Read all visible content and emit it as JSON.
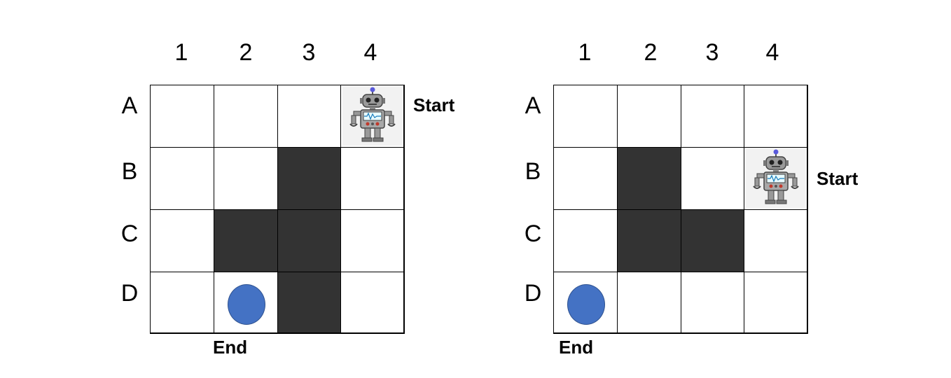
{
  "columns": [
    "1",
    "2",
    "3",
    "4"
  ],
  "rows": [
    "A",
    "B",
    "C",
    "D"
  ],
  "start_label": "Start",
  "end_label": "End",
  "colors": {
    "wall": "#333333",
    "goal": "#4472c4",
    "open": "#ffffff"
  },
  "grids": [
    {
      "walls": [
        "B3",
        "C2",
        "C3",
        "D3"
      ],
      "start_cell": "A4",
      "end_cell": "D2"
    },
    {
      "walls": [
        "B2",
        "C2",
        "C3"
      ],
      "start_cell": "B4",
      "end_cell": "D1"
    }
  ]
}
